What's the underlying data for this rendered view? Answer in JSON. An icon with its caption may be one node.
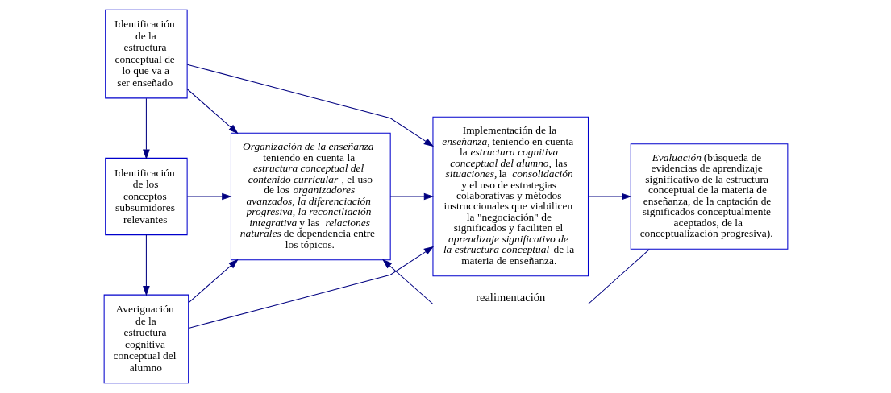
{
  "diagram": {
    "nodes": [
      {
        "text": [
          "Identificación de la estructura conceptual de lo que va a ser enseñado"
        ]
      },
      {
        "text": [
          "Identificación de los conceptos subsumidores relevantes"
        ]
      },
      {
        "text": [
          "Averiguación de la estructura cognitiva conceptual del alumno"
        ]
      },
      {
        "text": [
          "*Organización de la enseñanza* teniendo en cuenta la *estructura conceptual del contenido curricular*, el uso de los *organizadores avanzados, la diferenciación progresiva, la reconciliación integrativa* y las *relaciones naturales* de dependencia entre los tópicos."
        ]
      },
      {
        "text": [
          "Implementación de la *enseñanza,* teniendo en cuenta la *estructura cognitiva conceptual del alumno,* las *situaciones,* la *consolidación* y el uso de estrategias colaborativas y métodos instruccionales que viabilicen la \"negociación\" de significados y faciliten el *aprendizaje significativo de la estructura conceptual* de la materia de enseñanza."
        ]
      },
      {
        "text": [
          "*Evaluación* (búsqueda de evidencias de aprendizaje significativo de la estructura conceptual de la materia de enseñanza, de la captación de significados conceptualmente aceptados, de la conceptualización progresiva)."
        ]
      }
    ],
    "edges": [
      {
        "from": 0,
        "to": 1,
        "arrow": "to"
      },
      {
        "from": 1,
        "to": 2,
        "arrow": "to"
      },
      {
        "from": 0,
        "to": 3,
        "arrow": "to"
      },
      {
        "from": 0,
        "to": 4,
        "arrow": "to"
      },
      {
        "from": 1,
        "to": 3,
        "arrow": "to"
      },
      {
        "from": 2,
        "to": 3,
        "arrow": "to"
      },
      {
        "from": 2,
        "to": 4,
        "arrow": "to"
      },
      {
        "from": 3,
        "to": 4,
        "arrow": "to"
      },
      {
        "from": 4,
        "to": 5,
        "arrow": "to"
      },
      {
        "from": 5,
        "to": 3,
        "label": "realimentación",
        "arrow": "to"
      }
    ]
  }
}
